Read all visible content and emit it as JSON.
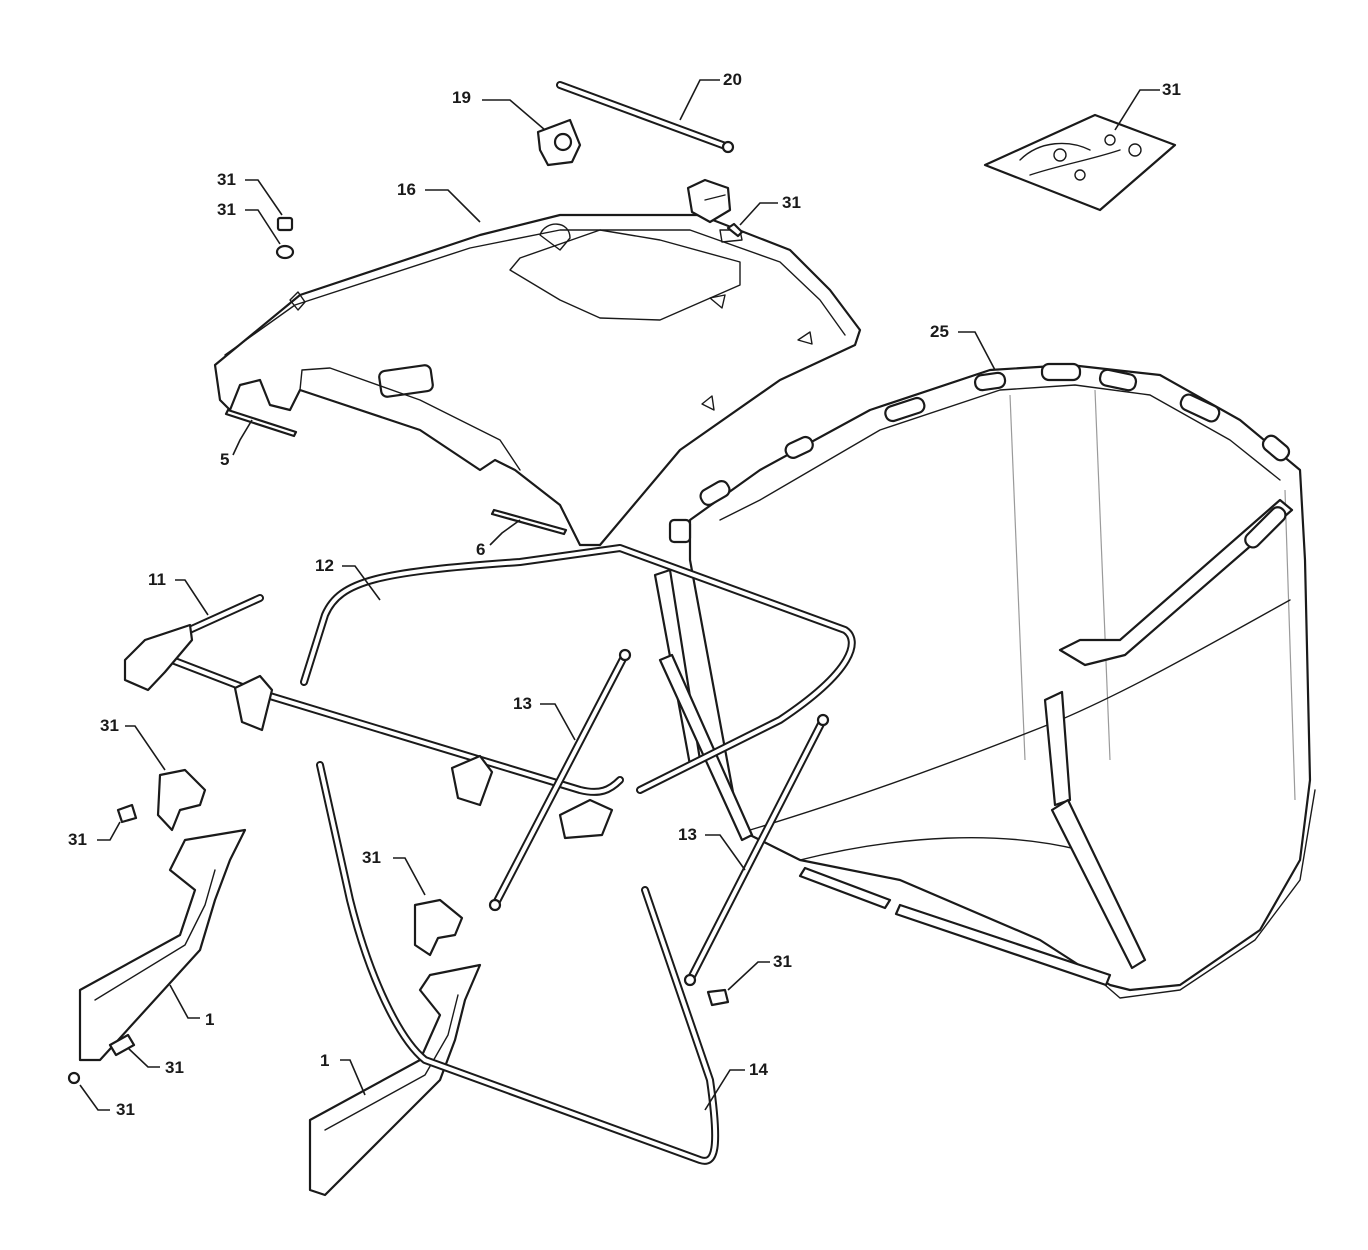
{
  "callouts": {
    "c20": "20",
    "c19": "19",
    "c31_kit": "31",
    "c31_a": "31",
    "c31_b": "31",
    "c16": "16",
    "c31_c": "31",
    "c25": "25",
    "c5": "5",
    "c6": "6",
    "c11": "11",
    "c12": "12",
    "c31_d": "31",
    "c13_a": "13",
    "c31_e": "31",
    "c31_f": "31",
    "c13_b": "13",
    "c31_g": "31",
    "c1_a": "1",
    "c31_h": "31",
    "c31_i": "31",
    "c1_b": "1",
    "c14": "14"
  }
}
